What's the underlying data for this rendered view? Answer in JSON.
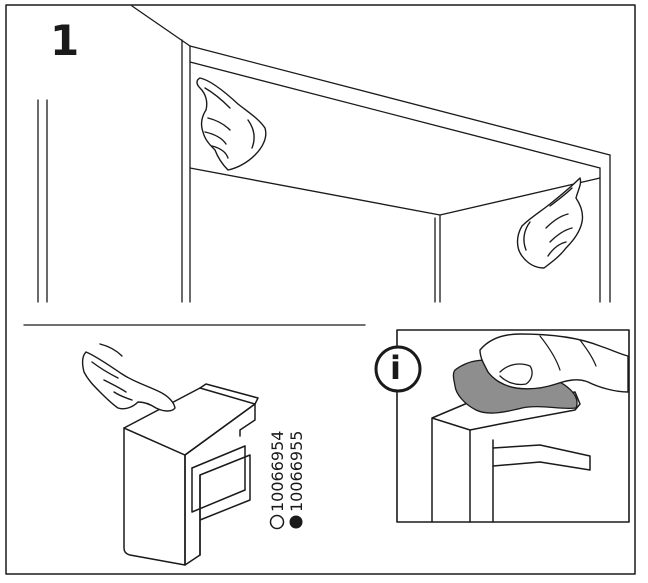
{
  "step": {
    "number": "1"
  },
  "parts": [
    {
      "marker": "open-circle",
      "code": "10066954"
    },
    {
      "marker": "filled-circle",
      "code": "10066955"
    }
  ],
  "info": {
    "letter": "i"
  },
  "colors": {
    "ink": "#1a1a1a",
    "paper": "#ffffff",
    "cloth": "#8e8e8e"
  }
}
